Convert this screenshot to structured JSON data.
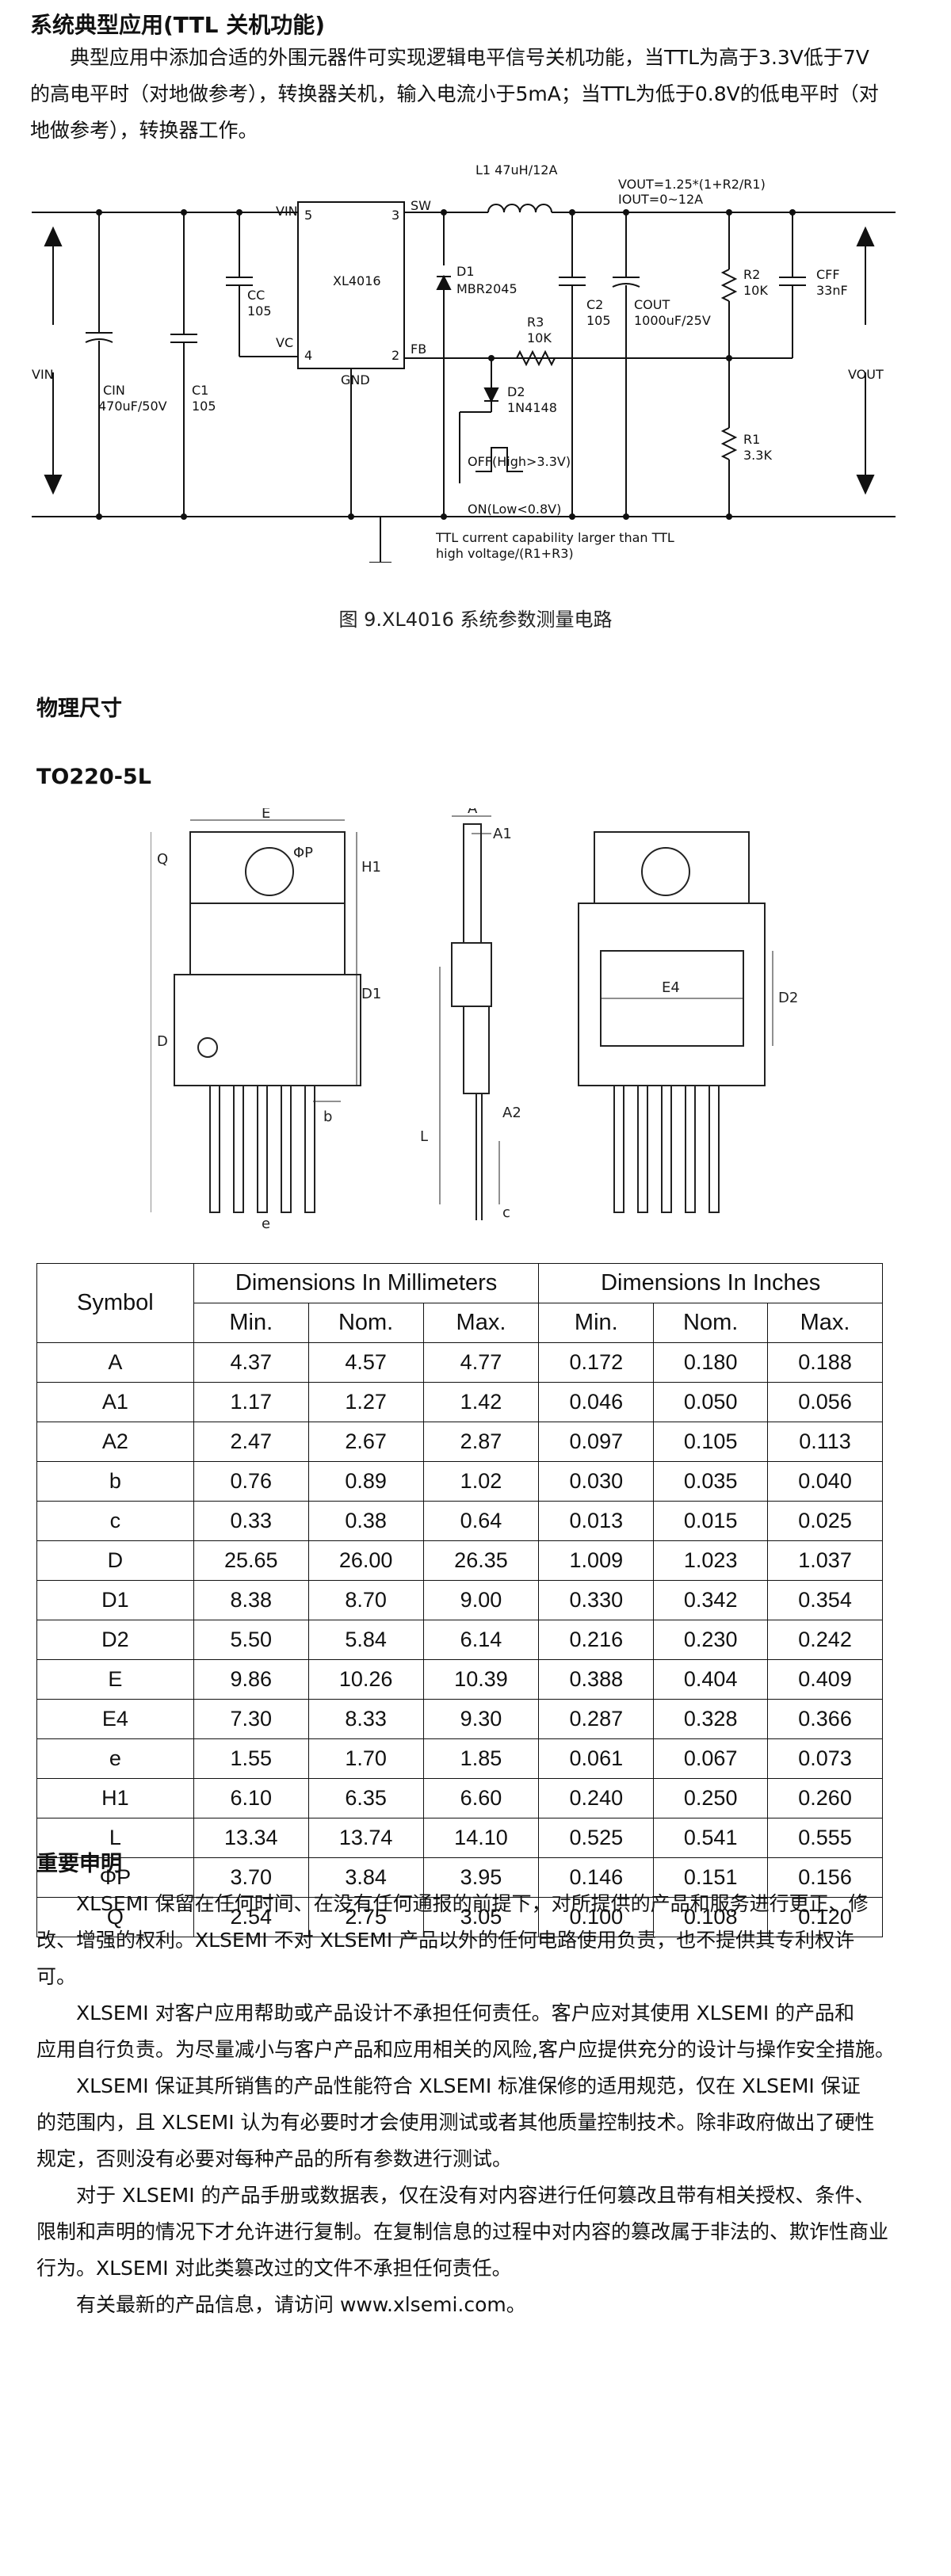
{
  "section_title": "系统典型应用(TTL 关机功能)",
  "intro_lines": [
    "典型应用中添加合适的外围元器件可实现逻辑电平信号关机功能，当TTL为高于3.3V低于7V",
    "的高电平时（对地做参考），转换器关机，输入电流小于5mA；当TTL为低于0.8V的低电平时（对",
    "地做参考），转换器工作。"
  ],
  "circuit": {
    "formula1": "VOUT=1.25*(1+R2/R1)",
    "formula2": "IOUT=0~12A",
    "L1": "L1 47uH/12A",
    "ic": "XL4016",
    "pin_vin": "VIN",
    "pin5": "5",
    "pin_sw": "SW",
    "pin3": "3",
    "pin_vc": "VC",
    "pin4": "4",
    "pin_fb": "FB",
    "pin2": "2",
    "pin_gnd": "GND",
    "D1": "D1",
    "D1_val": "MBR2045",
    "CC": "CC",
    "CC_val": "105",
    "C2": "C2",
    "C2_val": "105",
    "COUT": "COUT",
    "COUT_val": "1000uF/25V",
    "R2": "R2",
    "R2_val": "10K",
    "CFF": "CFF",
    "CFF_val": "33nF",
    "R3": "R3",
    "R3_val": "10K",
    "D2": "D2",
    "D2_val": "1N4148",
    "R1": "R1",
    "R1_val": "3.3K",
    "CIN": "CIN",
    "CIN_val": "470uF/50V",
    "C1": "C1",
    "C1_val": "105",
    "vin_label": "VIN",
    "vout_label": "VOUT",
    "off_label": "OFF(High>3.3V)",
    "on_label": "ON(Low<0.8V)",
    "ttl_note1": "TTL current capability larger than TTL",
    "ttl_note2": "high voltage/(R1+R3)"
  },
  "figure_caption": "图 9.XL4016 系统参数测量电路",
  "physical_title": "物理尺寸",
  "package_name": "TO220-5L",
  "drawing_labels": {
    "E": "E",
    "phiP": "ΦP",
    "Q": "Q",
    "H1": "H1",
    "D1": "D1",
    "D": "D",
    "b": "b",
    "e": "e",
    "L": "L",
    "A": "A",
    "A1": "A1",
    "A2": "A2",
    "c": "c",
    "E4": "E4",
    "D2": "D2"
  },
  "table": {
    "symbol_header": "Symbol",
    "mm_header": "Dimensions In Millimeters",
    "in_header": "Dimensions In Inches",
    "sub_headers": [
      "Min.",
      "Nom.",
      "Max.",
      "Min.",
      "Nom.",
      "Max."
    ],
    "rows": [
      [
        "A",
        "4.37",
        "4.57",
        "4.77",
        "0.172",
        "0.180",
        "0.188"
      ],
      [
        "A1",
        "1.17",
        "1.27",
        "1.42",
        "0.046",
        "0.050",
        "0.056"
      ],
      [
        "A2",
        "2.47",
        "2.67",
        "2.87",
        "0.097",
        "0.105",
        "0.113"
      ],
      [
        "b",
        "0.76",
        "0.89",
        "1.02",
        "0.030",
        "0.035",
        "0.040"
      ],
      [
        "c",
        "0.33",
        "0.38",
        "0.64",
        "0.013",
        "0.015",
        "0.025"
      ],
      [
        "D",
        "25.65",
        "26.00",
        "26.35",
        "1.009",
        "1.023",
        "1.037"
      ],
      [
        "D1",
        "8.38",
        "8.70",
        "9.00",
        "0.330",
        "0.342",
        "0.354"
      ],
      [
        "D2",
        "5.50",
        "5.84",
        "6.14",
        "0.216",
        "0.230",
        "0.242"
      ],
      [
        "E",
        "9.86",
        "10.26",
        "10.39",
        "0.388",
        "0.404",
        "0.409"
      ],
      [
        "E4",
        "7.30",
        "8.33",
        "9.30",
        "0.287",
        "0.328",
        "0.366"
      ],
      [
        "e",
        "1.55",
        "1.70",
        "1.85",
        "0.061",
        "0.067",
        "0.073"
      ],
      [
        "H1",
        "6.10",
        "6.35",
        "6.60",
        "0.240",
        "0.250",
        "0.260"
      ],
      [
        "L",
        "13.34",
        "13.74",
        "14.10",
        "0.525",
        "0.541",
        "0.555"
      ],
      [
        "ΦP",
        "3.70",
        "3.84",
        "3.95",
        "0.146",
        "0.151",
        "0.156"
      ],
      [
        "Q",
        "2.54",
        "2.75",
        "3.05",
        "0.100",
        "0.108",
        "0.120"
      ]
    ]
  },
  "notice_title": "重要申明",
  "notice_lines": [
    {
      "indent": true,
      "text": "XLSEMI 保留在任何时间、在没有任何通报的前提下，对所提供的产品和服务进行更正、修"
    },
    {
      "indent": false,
      "text": "改、增强的权利。XLSEMI 不对 XLSEMI 产品以外的任何电路使用负责，也不提供其专利权许"
    },
    {
      "indent": false,
      "text": "可。"
    },
    {
      "indent": true,
      "text": "XLSEMI 对客户应用帮助或产品设计不承担任何责任。客户应对其使用 XLSEMI 的产品和"
    },
    {
      "indent": false,
      "text": "应用自行负责。为尽量减小与客户产品和应用相关的风险,客户应提供充分的设计与操作安全措施。"
    },
    {
      "indent": true,
      "text": "XLSEMI 保证其所销售的产品性能符合 XLSEMI 标准保修的适用规范，仅在 XLSEMI 保证"
    },
    {
      "indent": false,
      "text": "的范围内，且 XLSEMI 认为有必要时才会使用测试或者其他质量控制技术。除非政府做出了硬性"
    },
    {
      "indent": false,
      "text": "规定，否则没有必要对每种产品的所有参数进行测试。"
    },
    {
      "indent": true,
      "text": "对于 XLSEMI 的产品手册或数据表，仅在没有对内容进行任何篡改且带有相关授权、条件、"
    },
    {
      "indent": false,
      "text": "限制和声明的情况下才允许进行复制。在复制信息的过程中对内容的篡改属于非法的、欺诈性商业"
    },
    {
      "indent": false,
      "text": "行为。XLSEMI 对此类篡改过的文件不承担任何责任。"
    },
    {
      "indent": true,
      "text": "有关最新的产品信息，请访问 www.xlsemi.com。"
    }
  ]
}
